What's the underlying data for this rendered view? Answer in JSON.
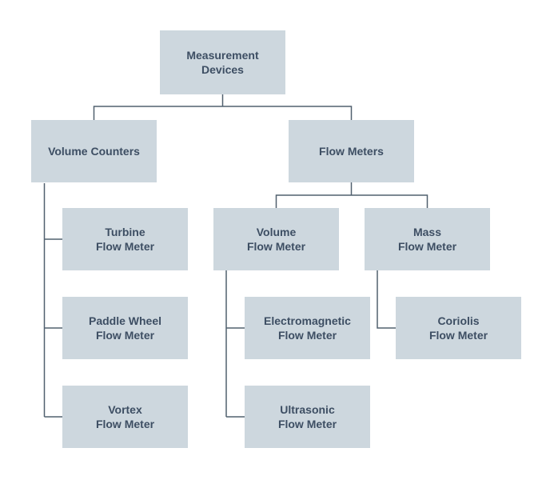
{
  "diagram": {
    "type": "tree",
    "colors": {
      "background": "#ffffff",
      "node_fill": "#cdd7de",
      "node_text": "#3d4e63",
      "connector": "#51606f"
    },
    "nodes": {
      "measurement_devices": {
        "label": "Measurement\nDevices"
      },
      "volume_counters": {
        "label": "Volume Counters"
      },
      "flow_meters": {
        "label": "Flow Meters"
      },
      "turbine": {
        "label": "Turbine\nFlow Meter"
      },
      "paddle_wheel": {
        "label": "Paddle Wheel\nFlow Meter"
      },
      "vortex": {
        "label": "Vortex\nFlow Meter"
      },
      "volume_flow_meter": {
        "label": "Volume\nFlow Meter"
      },
      "mass_flow_meter": {
        "label": "Mass\nFlow Meter"
      },
      "electromagnetic": {
        "label": "Electromagnetic\nFlow Meter"
      },
      "ultrasonic": {
        "label": "Ultrasonic\nFlow Meter"
      },
      "coriolis": {
        "label": "Coriolis\nFlow Meter"
      }
    },
    "edges": [
      {
        "from": "Measurement Devices",
        "to": "Volume Counters"
      },
      {
        "from": "Measurement Devices",
        "to": "Flow Meters"
      },
      {
        "from": "Volume Counters",
        "to": "Turbine Flow Meter"
      },
      {
        "from": "Volume Counters",
        "to": "Paddle Wheel Flow Meter"
      },
      {
        "from": "Volume Counters",
        "to": "Vortex Flow Meter"
      },
      {
        "from": "Flow Meters",
        "to": "Volume Flow Meter"
      },
      {
        "from": "Flow Meters",
        "to": "Mass Flow Meter"
      },
      {
        "from": "Volume Flow Meter",
        "to": "Electromagnetic Flow Meter"
      },
      {
        "from": "Volume Flow Meter",
        "to": "Ultrasonic Flow Meter"
      },
      {
        "from": "Mass Flow Meter",
        "to": "Coriolis Flow Meter"
      }
    ]
  }
}
